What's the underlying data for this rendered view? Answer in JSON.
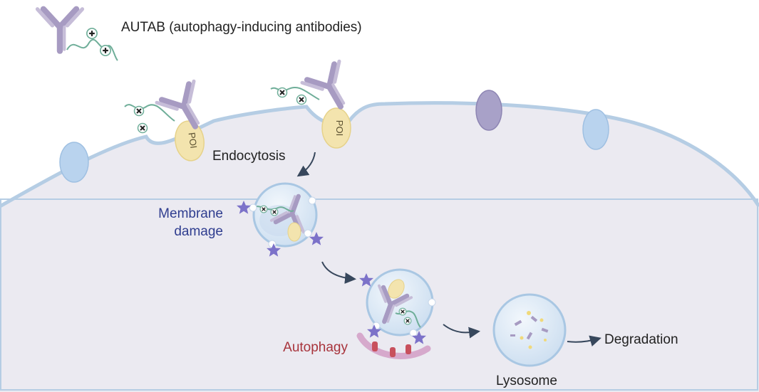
{
  "legend": {
    "label": "AUTAB (autophagy-inducing antibodies)",
    "icon": "antibody-with-charged-tail"
  },
  "labels": {
    "poi_1": "POI",
    "poi_2": "POI",
    "endocytosis": "Endocytosis",
    "membrane_damage_line1": "Membrane",
    "membrane_damage_line2": "damage",
    "autophagy": "Autophagy",
    "lysosome": "Lysosome",
    "degradation": "Degradation"
  },
  "colors": {
    "cell_fill": "#ebeaf1",
    "cell_membrane": "#b5cde4",
    "antibody": "#a79bc2",
    "tail": "#6fae99",
    "poi": "#f3e4ae",
    "membrane_damage_text": "#2f3d8f",
    "autophagy_text": "#a8343c",
    "star": "#7c72c9",
    "phagophore": "#d6a9cc",
    "vesicle_fill": "#d6e6f4",
    "vesicle_edge": "#a9c7e3",
    "arrow": "#37475c",
    "dark_text": "#222222"
  }
}
